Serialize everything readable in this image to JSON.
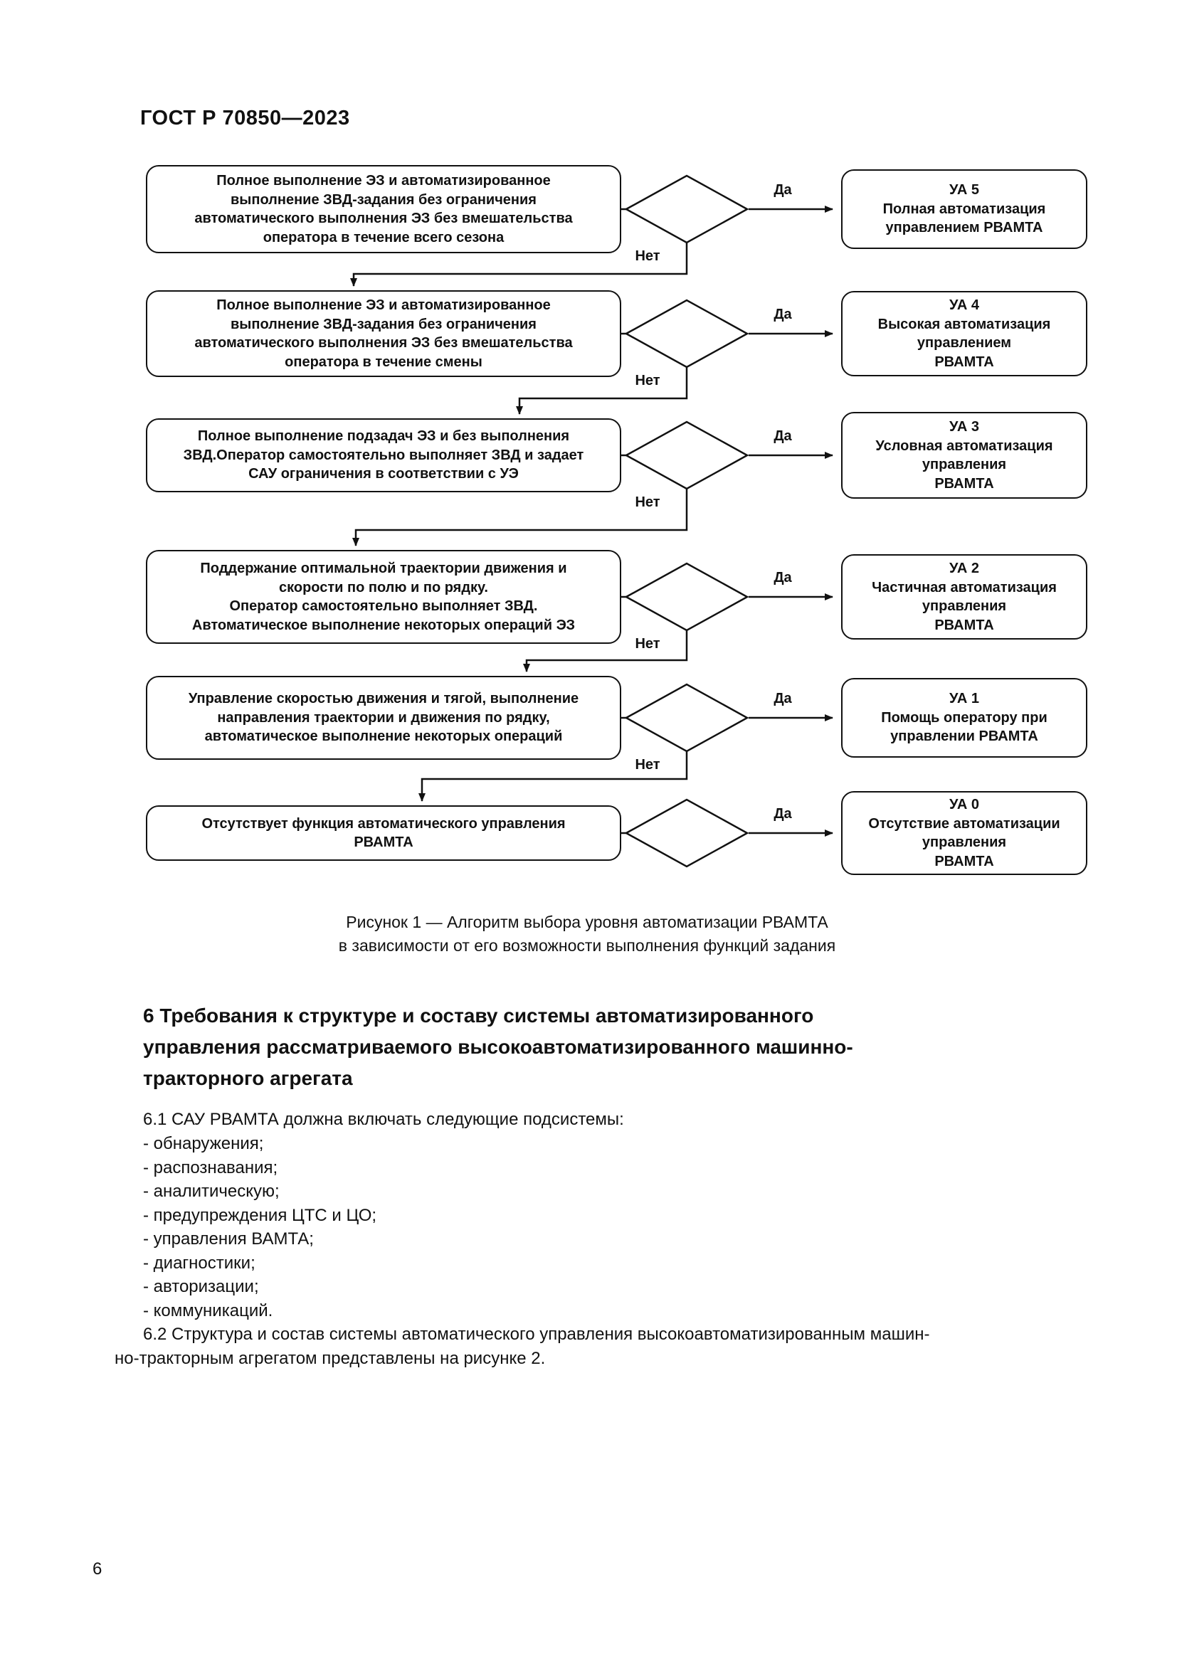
{
  "page": {
    "header": "ГОСТ Р 70850—2023",
    "page_number": "6"
  },
  "figure": {
    "labels": {
      "yes": "Да",
      "no": "Нет"
    },
    "rows": [
      {
        "condition": "Полное выполнение ЭЗ и автоматизированное\nвыполнение ЗВД-задания без ограничения\nавтоматического выполнения ЭЗ без вмешательства\nоператора в течение всего сезона",
        "result": "УА 5\nПолная автоматизация\nуправлением РВАМТА"
      },
      {
        "condition": "Полное выполнение ЭЗ и автоматизированное\nвыполнение ЗВД-задания без ограничения\nавтоматического выполнения ЭЗ без вмешательства\nоператора в течение смены",
        "result": "УА 4\nВысокая автоматизация\nуправлением\nРВАМТА"
      },
      {
        "condition": "Полное выполнение подзадач ЭЗ и без выполнения\nЗВД.Оператор самостоятельно выполняет ЗВД и задает\nСАУ ограничения в соответствии с УЭ",
        "result": "УА 3\nУсловная автоматизация\nуправления\nРВАМТА"
      },
      {
        "condition": "Поддержание оптимальной траектории движения и\nскорости по полю и по рядку.\nОператор самостоятельно выполняет ЗВД.\nАвтоматическое выполнение некоторых операций ЭЗ",
        "result": "УА 2\nЧастичная автоматизация\nуправления\nРВАМТА"
      },
      {
        "condition": "Управление скоростью движения и тягой, выполнение\nнаправления траектории и движения по рядку,\nавтоматическое выполнение некоторых операций",
        "result": "УА 1\nПомощь оператору при\nуправлении РВАМТА"
      },
      {
        "condition": "Отсутствует функция автоматического управления\nРВАМТА",
        "result": "УА 0\nОтсутствие автоматизации\nуправления\nРВАМТА"
      }
    ],
    "caption": "Рисунок 1 — Алгоритм выбора уровня автоматизации РВАМТА\nв зависимости от его возможности выполнения функций задания"
  },
  "section": {
    "heading": "6 Требования к структуре и составу системы автоматизированного\nуправления рассматриваемого высокоавтоматизированного машинно-\nтракторного агрегата",
    "para_61": "6.1 САУ РВАМТА должна включать следующие подсистемы:",
    "subsystems": [
      "- обнаружения;",
      "- распознавания;",
      "- аналитическую;",
      "- предупреждения ЦТС и ЦО;",
      "- управления ВАМТА;",
      "- диагностики;",
      "- авторизации;",
      "- коммуникаций."
    ],
    "para_62": "6.2 Структура и состав системы автоматического управления высокоавтоматизированным машин-\nно-тракторным агрегатом представлены на рисунке 2."
  }
}
